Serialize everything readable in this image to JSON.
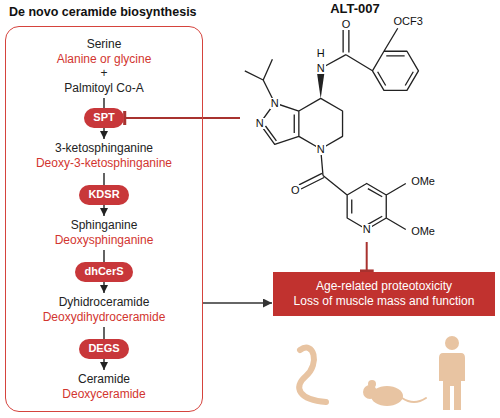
{
  "diagram": {
    "nodes": [
      {
        "text": [
          "De novo ceramide biosynthesis"
        ]
      },
      {
        "text": [
          "SPT"
        ],
        "in": 0
      },
      {
        "text": [
          "KDSR"
        ],
        "in": 0
      },
      {
        "text": [
          "dhCerS"
        ],
        "in": 0
      },
      {
        "text": [
          "DEGS"
        ],
        "in": 0
      },
      {
        "text": [
          "ALT-007"
        ]
      },
      {
        "text": [
          "Age-related proteotoxicity",
          "Loss of muscle mass and function"
        ]
      }
    ],
    "edges": [
      {
        "from": 5,
        "to": 1,
        "arrow": "to"
      },
      {
        "from": 5,
        "to": 6,
        "arrow": "to"
      },
      {
        "from": 0,
        "to": 6,
        "arrow": "to"
      }
    ],
    "labels": [
      "Serine",
      "Alanine or glycine",
      "+",
      "Palmitoyl Co-A",
      "3-ketosphinganine",
      "Deoxy-3-ketosphinganine",
      "Sphinganine",
      "Deoxysphinganine",
      "Dyhidroceramide",
      "Deoxydihydroceramide",
      "Ceramide",
      "Deoxyceramide",
      "O",
      "H",
      "N",
      "OCF3",
      "N",
      "N",
      "N",
      "O",
      "N",
      "OMe",
      "OMe"
    ]
  }
}
